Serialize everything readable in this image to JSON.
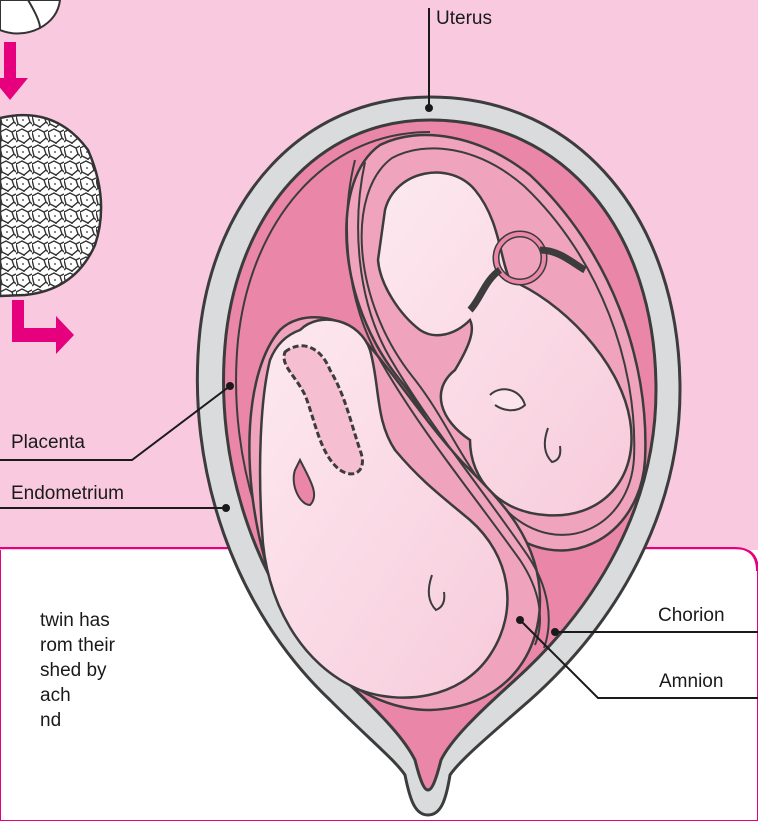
{
  "labels": {
    "uterus": "Uterus",
    "placenta": "Placenta",
    "endometrium": "Endometrium",
    "chorion": "Chorion",
    "amnion": "Amnion"
  },
  "caption_fragment": {
    "line1": "twin has",
    "line2": "rom their",
    "line3": "shed by",
    "line4": "ach",
    "line5": "nd"
  },
  "colors": {
    "background_pink": "#f9c9e0",
    "panel_white": "#ffffff",
    "accent_magenta": "#e6007e",
    "uterus_wall": "#d9dbdc",
    "fluid_pink": "#e8789c",
    "fetus_pink": "#fbe4ec",
    "outline": "#3c3c3c"
  },
  "icons": {
    "arrow_down": "down-arrow-icon",
    "arrow_corner": "corner-arrow-icon"
  }
}
